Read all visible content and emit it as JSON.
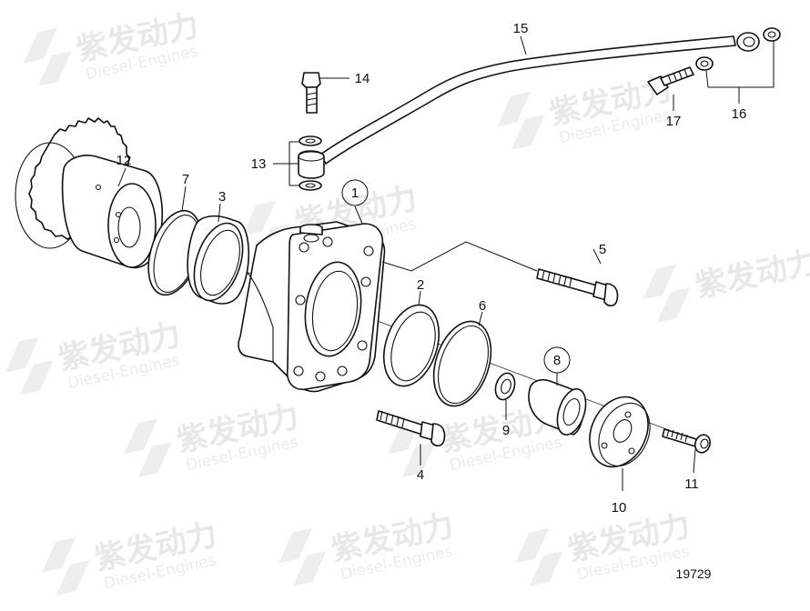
{
  "figure_number": "19729",
  "watermark": {
    "cn": "紫发动力",
    "en": "Diesel-Engines"
  },
  "callouts": {
    "c1": "1",
    "c2": "2",
    "c3": "3",
    "c4": "4",
    "c5": "5",
    "c6": "6",
    "c7": "7",
    "c8": "8",
    "c9": "9",
    "c10": "10",
    "c11": "11",
    "c12": "12",
    "c13": "13",
    "c14": "14",
    "c15": "15",
    "c16": "16",
    "c17": "17"
  },
  "colors": {
    "line": "#111111",
    "watermark": "#e8e8e8",
    "background": "#ffffff"
  }
}
